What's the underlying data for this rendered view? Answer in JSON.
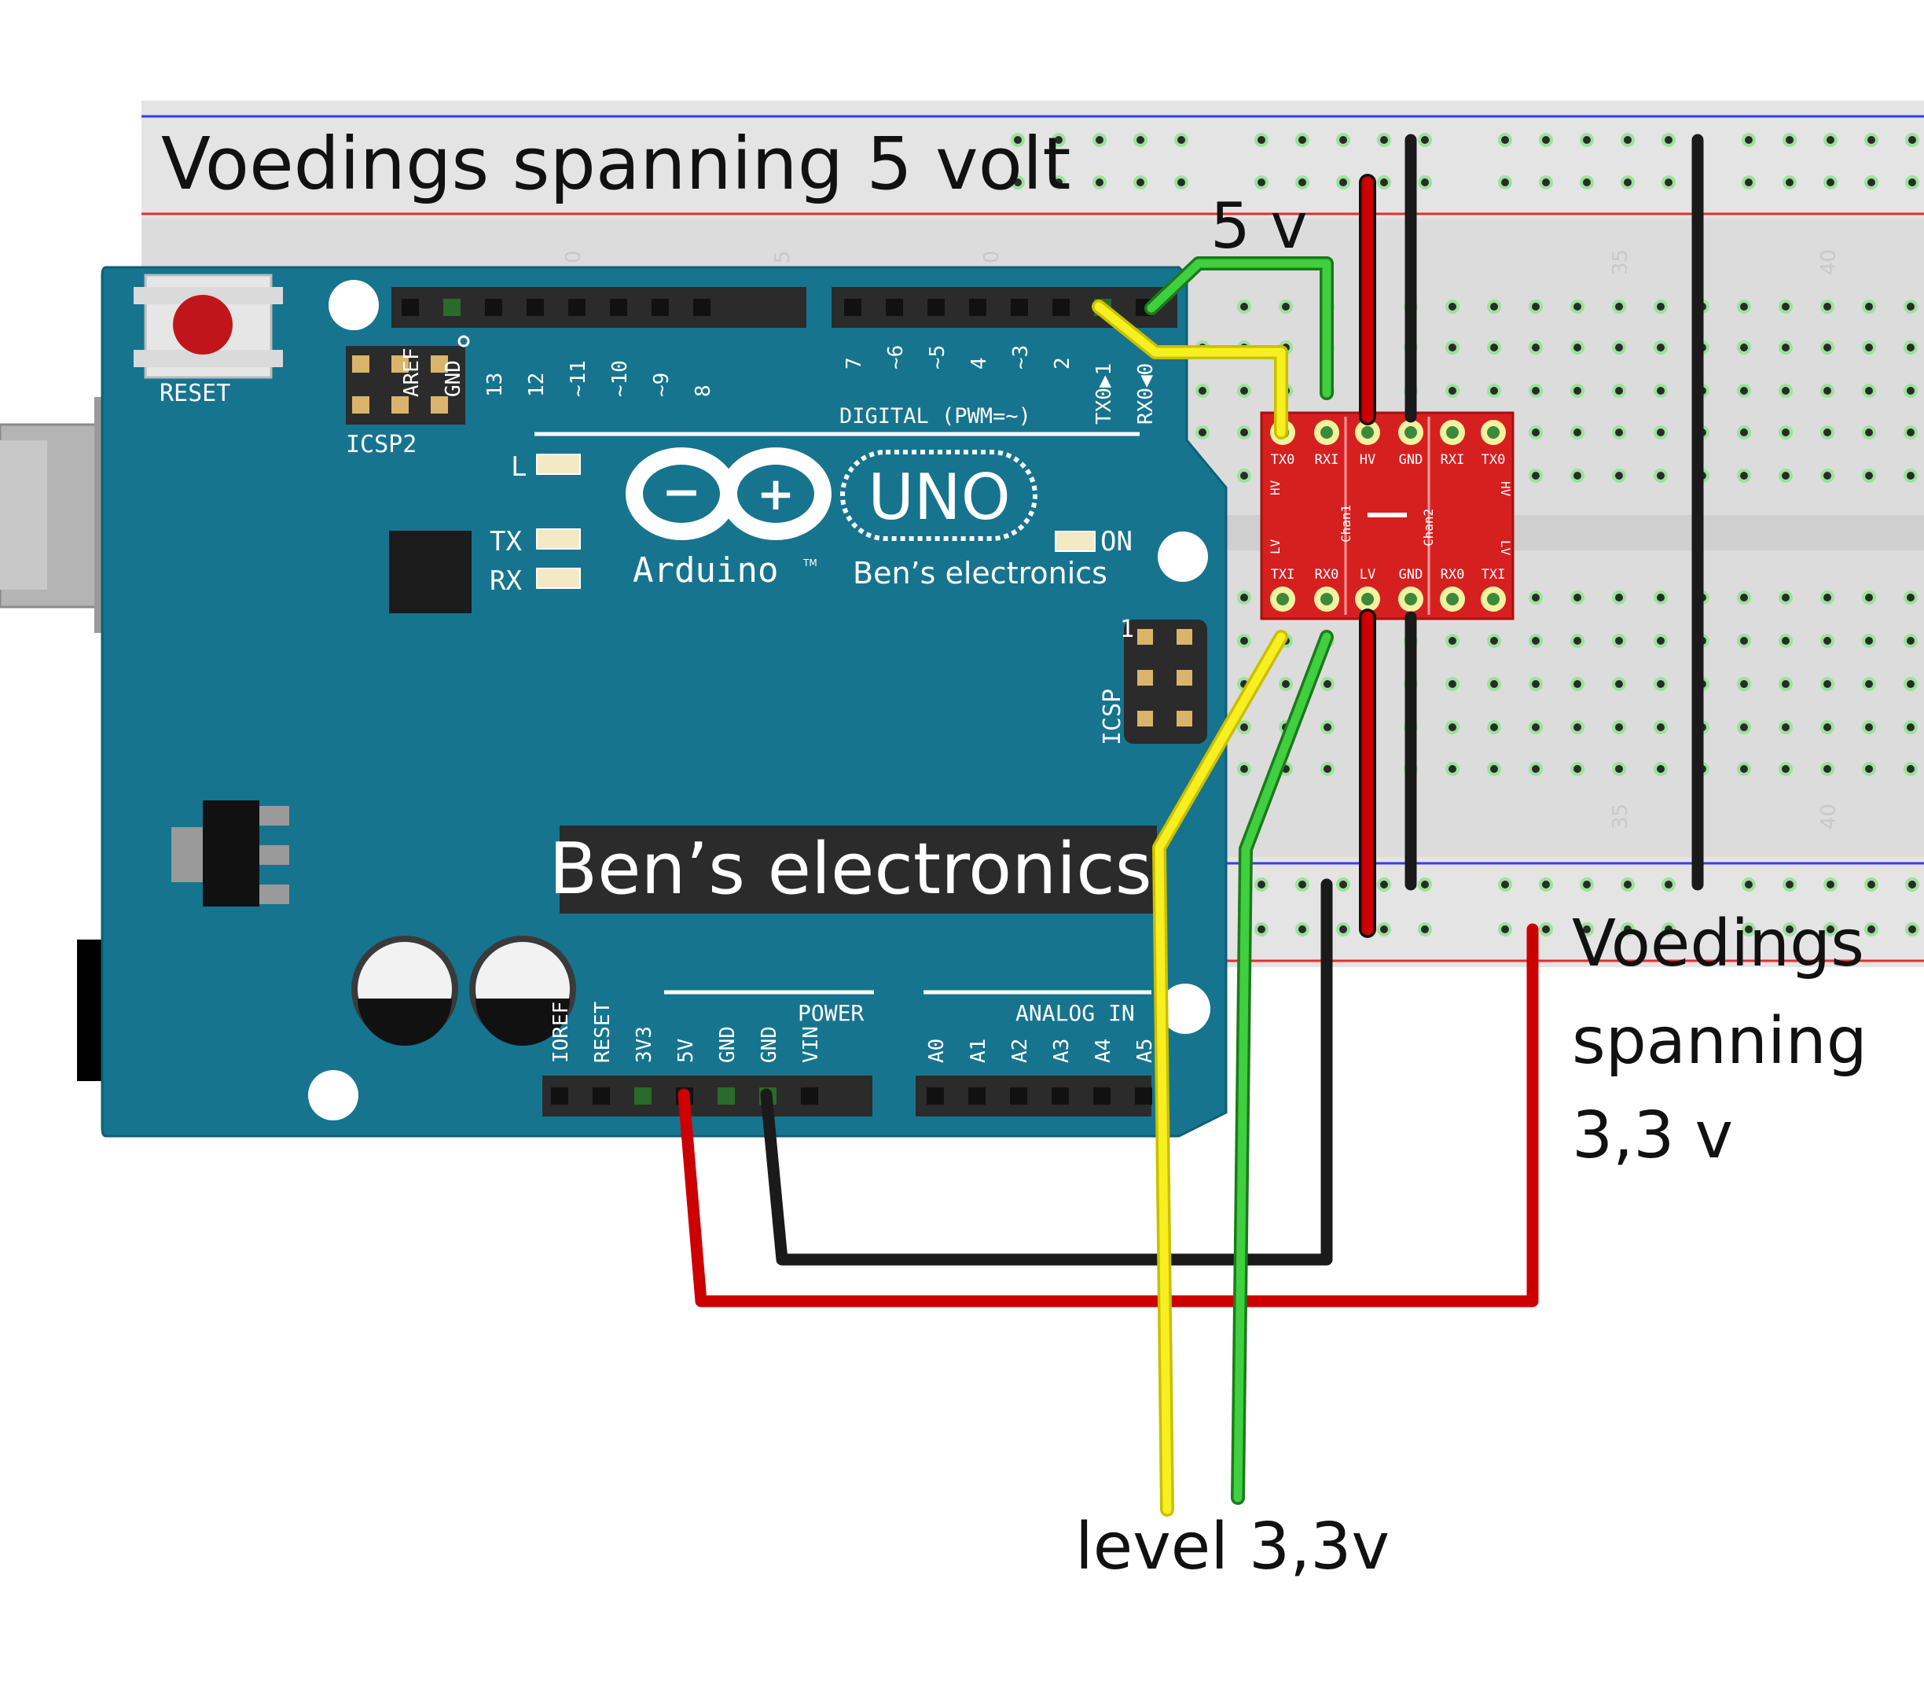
{
  "annotations": {
    "supply_5v": "Voedings spanning 5 volt",
    "label_5v": "5 v",
    "supply_33_line1": "Voedings",
    "supply_33_line2": "spanning",
    "supply_33_line3": "3,3 v",
    "level_33": "level 3,3v"
  },
  "breadboard": {
    "column_labels_top": [
      "0",
      "5",
      "0",
      "35",
      "40"
    ],
    "column_labels_bottom": [
      "35",
      "40"
    ]
  },
  "arduino": {
    "reset_label": "RESET",
    "icsp2_label": "ICSP2",
    "icsp_label": "ICSP",
    "icsp_pin1": "1",
    "digital_header_label": "DIGITAL (PWM=~)",
    "digital_pins_left": [
      "AREF",
      "GND",
      "13",
      "12",
      "~11",
      "~10",
      "~9",
      "8"
    ],
    "digital_pins_right": [
      "7",
      "~6",
      "~5",
      "4",
      "~3",
      "2",
      "TX0▶1",
      "RX0◀0"
    ],
    "led_l": "L",
    "led_tx": "TX",
    "led_rx": "RX",
    "led_on": "ON",
    "brand": "Arduino",
    "brand_tm": "TM",
    "model": "UNO",
    "logo_minus": "−",
    "logo_plus": "+",
    "logo_subtext": "Ben’s electronics",
    "banner": "Ben’s electronics",
    "power_header_label": "POWER",
    "power_pins": [
      "IOREF",
      "RESET",
      "3V3",
      "5V",
      "GND",
      "GND",
      "VIN"
    ],
    "analog_header_label": "ANALOG IN",
    "analog_pins": [
      "A0",
      "A1",
      "A2",
      "A3",
      "A4",
      "A5"
    ]
  },
  "level_shifter": {
    "top_pins": [
      "TX0",
      "RXI",
      "HV",
      "GND",
      "RXI",
      "TX0"
    ],
    "bottom_pins": [
      "TXI",
      "RX0",
      "LV",
      "GND",
      "RX0",
      "TXI"
    ],
    "side_hv": "HV",
    "side_lv": "LV",
    "chan1": "Chan1",
    "chan2": "Chan2"
  },
  "wire_colors": {
    "red": "#cc0000",
    "black": "#1a1a1a",
    "green": "#2db52d",
    "yellow": "#f0e610"
  }
}
